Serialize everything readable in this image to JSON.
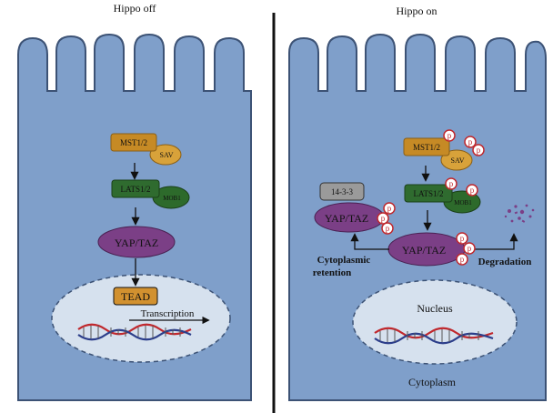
{
  "panels": {
    "left_title": "Hippo off",
    "right_title": "Hippo on"
  },
  "proteins": {
    "mst": "MST1/2",
    "sav": "SAV",
    "lats": "LATS1/2",
    "mob": "MOB1",
    "yap": "YAP/TAZ",
    "tead": "TEAD",
    "binding": "14-3-3",
    "phospho": "p"
  },
  "labels": {
    "transcription": "Transcription",
    "cyto_ret_1": "Cytoplasmic",
    "cyto_ret_2": "retention",
    "degradation": "Degradation",
    "nucleus": "Nucleus",
    "cytoplasm": "Cytoplasm"
  },
  "colors": {
    "cell_fill": "#7f9fca",
    "cell_stroke": "#3c5275",
    "nucleus_fill": "#d6e1ee",
    "mst_fill": "#c68a25",
    "sav_fill": "#d8a23a",
    "lats_fill": "#2f6b2f",
    "mob_fill": "#2d6a2b",
    "yap_fill": "#7b3f86",
    "tead_fill": "#d2912f",
    "binding_fill": "#9a9a9a",
    "phospho_stroke": "#c0282d",
    "dna_red": "#c0282d",
    "dna_blue": "#2c3e8a"
  }
}
